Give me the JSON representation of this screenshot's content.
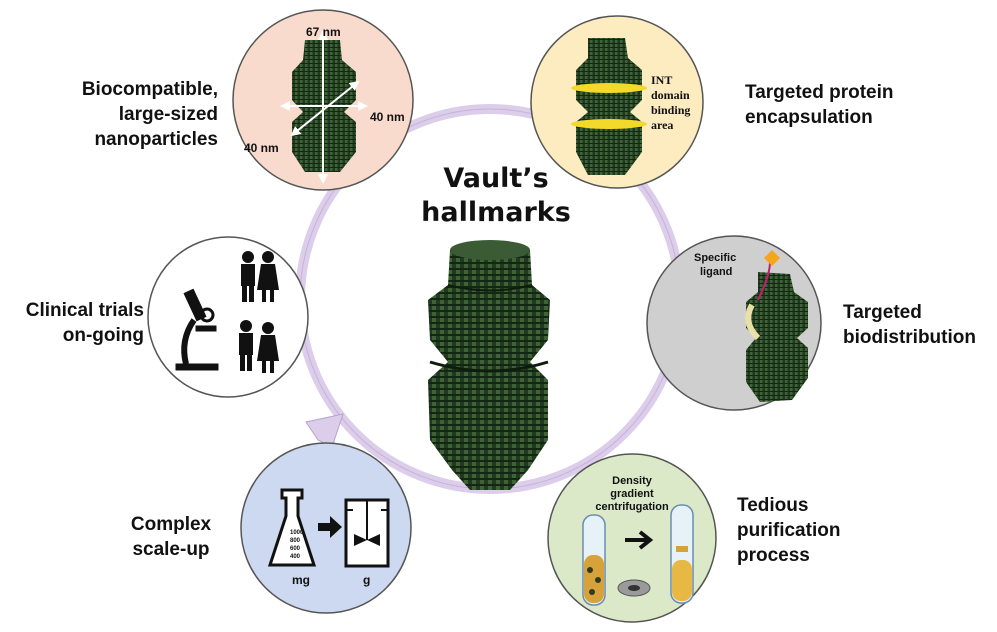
{
  "title": [
    "Vault’s",
    "hallmarks"
  ],
  "features": [
    {
      "label": [
        "Biocompatible,",
        "large-sized",
        "nanoparticles"
      ]
    },
    {
      "label": [
        "Targeted protein",
        "encapsulation"
      ]
    },
    {
      "label": [
        "Targeted",
        "biodistribution"
      ]
    },
    {
      "label": [
        "Tedious",
        "purification",
        "process"
      ]
    },
    {
      "label": [
        "Complex",
        "scale-up"
      ]
    },
    {
      "label": [
        "Clinical trials",
        "on-going"
      ]
    }
  ],
  "dimensions": {
    "height": "67 nm",
    "width": "40 nm",
    "depth": "40 nm"
  },
  "int_domain": [
    "INT",
    "domain",
    "binding",
    "area"
  ],
  "ligand": [
    "Specific",
    "ligand"
  ],
  "density": [
    "Density",
    "gradient",
    "centrifugation"
  ],
  "scale": {
    "from": "mg",
    "to": "g",
    "graduations": [
      "1000",
      "800",
      "600",
      "400"
    ]
  },
  "colors": {
    "pink": "#f8dbcc",
    "yellow": "#fcecc0",
    "gray": "#cfcfcf",
    "green": "#dbe9c9",
    "blue": "#cdd9f0",
    "ring": "#dccdea",
    "vault": "#2e4a2a"
  }
}
